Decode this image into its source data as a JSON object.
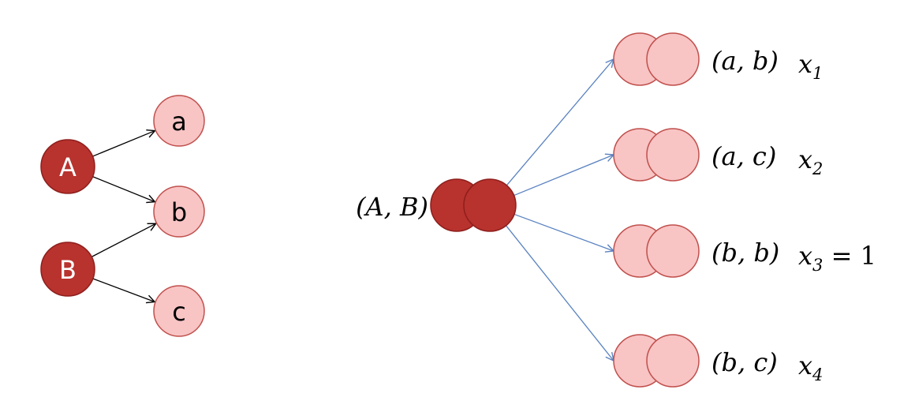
{
  "colors": {
    "dark_fill": "#b8322e",
    "dark_stroke": "#8e1f1c",
    "light_fill": "#f8c4c4",
    "light_stroke": "#c0504d",
    "left_arrow": "#000000",
    "right_arrow": "#5a82c0"
  },
  "left": {
    "sources": [
      {
        "id": "A",
        "label": "A"
      },
      {
        "id": "B",
        "label": "B"
      }
    ],
    "targets": [
      {
        "id": "a",
        "label": "a"
      },
      {
        "id": "b",
        "label": "b"
      },
      {
        "id": "c",
        "label": "c"
      }
    ],
    "edges": [
      [
        "A",
        "a"
      ],
      [
        "A",
        "b"
      ],
      [
        "B",
        "b"
      ],
      [
        "B",
        "c"
      ]
    ]
  },
  "right": {
    "source_label": "(A, B)",
    "pairs": [
      {
        "label": "(a, b)",
        "var_base": "x",
        "var_sub": "1",
        "var_suffix": ""
      },
      {
        "label": "(a, c)",
        "var_base": "x",
        "var_sub": "2",
        "var_suffix": ""
      },
      {
        "label": "(b, b)",
        "var_base": "x",
        "var_sub": "3",
        "var_suffix": " = 1"
      },
      {
        "label": "(b, c)",
        "var_base": "x",
        "var_sub": "4",
        "var_suffix": ""
      }
    ]
  }
}
